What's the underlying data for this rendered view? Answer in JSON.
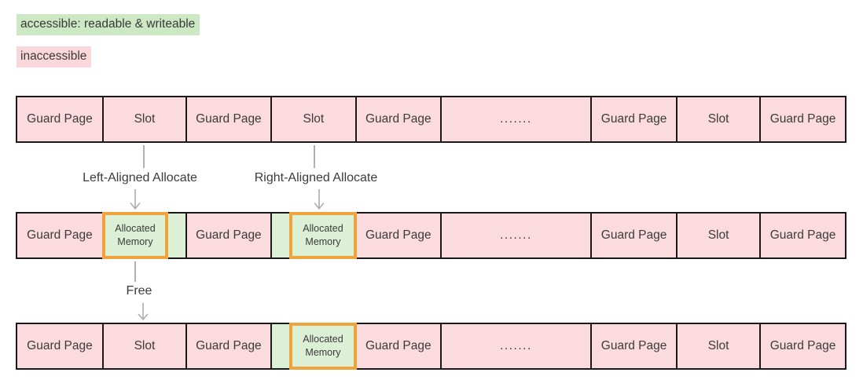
{
  "legend": {
    "accessible_label": "accessible: readable & writeable",
    "inaccessible_label": "inaccessible"
  },
  "connectors": {
    "left_allocate_label": "Left-Aligned Allocate",
    "right_allocate_label": "Right-Aligned Allocate",
    "free_label": "Free"
  },
  "colors": {
    "accessible_green": "#dcf0d6",
    "legend_green": "#cde9c4",
    "inaccessible_pink": "#fbdbde",
    "legend_pink": "#f9d7db",
    "allocated_border_orange": "#f0a23c",
    "cell_border": "#1a1a1a",
    "arrow_gray": "#b0b0b0",
    "text_dark": "#3b3b3b"
  },
  "rows": [
    {
      "name": "before-allocation",
      "cells": [
        {
          "label": "Guard Page"
        },
        {
          "label": "Slot"
        },
        {
          "label": "Guard Page"
        },
        {
          "label": "Slot"
        },
        {
          "label": "Guard Page"
        },
        {
          "label": "......."
        },
        {
          "label": "Guard Page"
        },
        {
          "label": "Slot"
        },
        {
          "label": "Guard Page"
        }
      ]
    },
    {
      "name": "after-allocation",
      "cells": [
        {
          "label": "Guard Page"
        },
        {
          "label": "Allocated Memory"
        },
        {
          "label": "Guard Page"
        },
        {
          "label": "Allocated Memory"
        },
        {
          "label": "Guard Page"
        },
        {
          "label": "......."
        },
        {
          "label": "Guard Page"
        },
        {
          "label": "Slot"
        },
        {
          "label": "Guard Page"
        }
      ]
    },
    {
      "name": "after-free",
      "cells": [
        {
          "label": "Guard Page"
        },
        {
          "label": "Slot"
        },
        {
          "label": "Guard Page"
        },
        {
          "label": "Allocated Memory"
        },
        {
          "label": "Guard Page"
        },
        {
          "label": "......."
        },
        {
          "label": "Guard Page"
        },
        {
          "label": "Slot"
        },
        {
          "label": "Guard Page"
        }
      ]
    }
  ]
}
